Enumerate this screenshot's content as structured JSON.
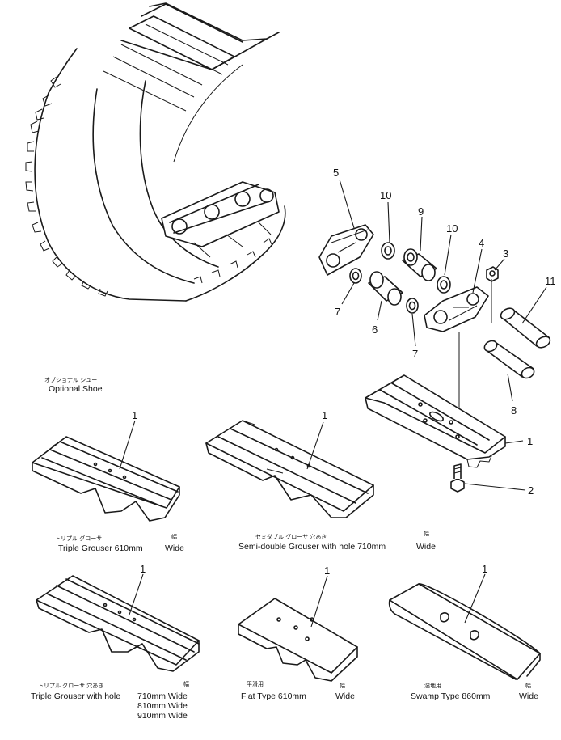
{
  "callouts": {
    "c5": "5",
    "c10a": "10",
    "c9": "9",
    "c10b": "10",
    "c4": "4",
    "c3": "3",
    "c11": "11",
    "c7a": "7",
    "c6": "6",
    "c7b": "7",
    "c8": "8",
    "c1": "1",
    "c2": "2",
    "c1_triple": "1",
    "c1_semidouble": "1",
    "c1_triple_hole": "1",
    "c1_flat": "1",
    "c1_swamp": "1"
  },
  "optional_shoe": {
    "jp": "オプショナル シュー",
    "en": "Optional Shoe"
  },
  "shoes": {
    "triple": {
      "jp": "トリプル グローサ",
      "jp_width": "幅",
      "en": "Triple Grouser  610mm",
      "width": "Wide"
    },
    "semidouble": {
      "jp": "セミダブル グローサ 穴あき",
      "jp_width": "幅",
      "en": "Semi-double Grouser with hole 710mm",
      "width": "Wide"
    },
    "triple_hole": {
      "jp": "トリプル グローサ 穴あき",
      "jp_width": "幅",
      "en": "Triple Grouser with hole",
      "w1": "710mm Wide",
      "w2": "810mm Wide",
      "w3": "910mm Wide"
    },
    "flat": {
      "jp": "平滑用",
      "jp_width": "幅",
      "en": "Flat Type  610mm",
      "width": "Wide"
    },
    "swamp": {
      "jp": "湿地用",
      "jp_width": "幅",
      "en": "Swamp Type  860mm",
      "width": "Wide"
    }
  }
}
